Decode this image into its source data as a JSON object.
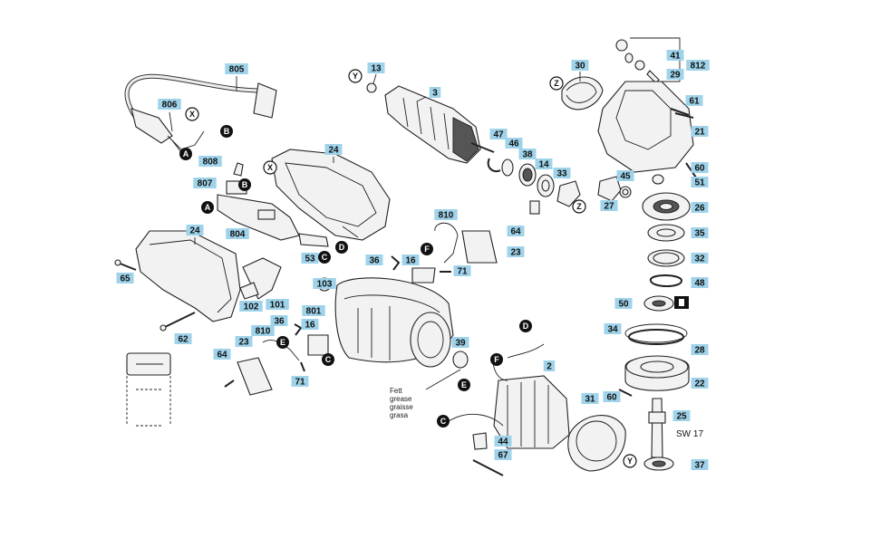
{
  "part_labels": {
    "p805": "805",
    "p806": "806",
    "p808": "808",
    "p807": "807",
    "p804": "804",
    "p24a": "24",
    "p24b": "24",
    "p13": "13",
    "p3": "3",
    "p47": "47",
    "p46": "46",
    "p38": "38",
    "p14": "14",
    "p33": "33",
    "p30": "30",
    "p41": "41",
    "p29": "29",
    "p812": "812",
    "p61": "61",
    "p21": "21",
    "p60a": "60",
    "p45": "45",
    "p51": "51",
    "p27": "27",
    "p26": "26",
    "p35": "35",
    "p32": "32",
    "p48": "48",
    "p50": "50",
    "p34": "34",
    "p28": "28",
    "p22": "22",
    "p60b": "60",
    "p25": "25",
    "p37": "37",
    "p810a": "810",
    "p64a": "64",
    "p23a": "23",
    "p36a": "36",
    "p16a": "16",
    "p71a": "71",
    "p53": "53",
    "p65": "65",
    "p102": "102",
    "p101": "101",
    "p62": "62",
    "p103": "103",
    "p801": "801",
    "p36b": "36",
    "p16b": "16",
    "p810b": "810",
    "p23b": "23",
    "p64b": "64",
    "p71b": "71",
    "p39": "39",
    "p2": "2",
    "p31": "31",
    "p44": "44",
    "p67": "67"
  },
  "callouts": {
    "X": "X",
    "Y": "Y",
    "Z": "Z",
    "A": "A",
    "B": "B",
    "C": "C",
    "D": "D",
    "E": "E",
    "F": "F"
  },
  "texts": {
    "sw": "SW 17",
    "grease_1": "Fett",
    "grease_2": "grease",
    "grease_3": "graisse",
    "grease_4": "grasa"
  },
  "colors": {
    "label_bg": "#9fd3ea",
    "ink": "#111111"
  }
}
